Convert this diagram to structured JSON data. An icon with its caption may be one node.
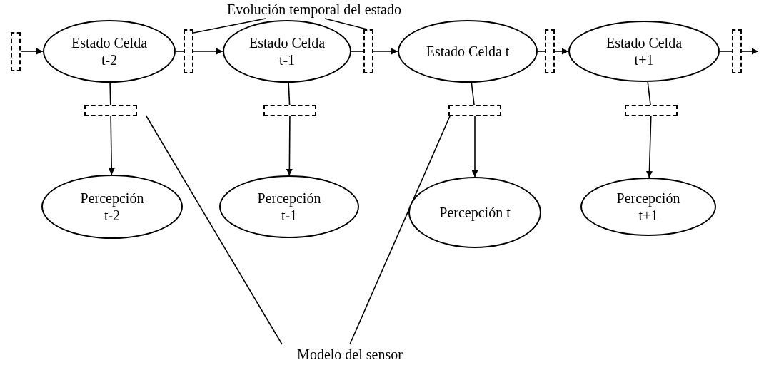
{
  "diagram": {
    "nodes": [
      {
        "text": [
          "Evolución temporal del estado"
        ]
      },
      {
        "text": [],
        "shape": "box"
      },
      {
        "text": [],
        "shape": "box"
      },
      {
        "text": [],
        "shape": "box"
      },
      {
        "text": [],
        "shape": "box"
      },
      {
        "text": [],
        "shape": "box"
      },
      {
        "text": [
          "Estado Celda t-2"
        ]
      },
      {
        "text": [
          "Estado Celda t-1"
        ]
      },
      {
        "text": [
          "Estado Celda t"
        ]
      },
      {
        "text": [
          "Estado Celda t+1"
        ]
      },
      {
        "text": [],
        "shape": "box"
      },
      {
        "text": [],
        "shape": "box"
      },
      {
        "text": [],
        "shape": "box"
      },
      {
        "text": [],
        "shape": "box"
      },
      {
        "text": [
          "Percepción t-2"
        ]
      },
      {
        "text": [
          "Percepción t-1"
        ]
      },
      {
        "text": [
          "Percepción t"
        ]
      },
      {
        "text": [
          "Percepción t+1"
        ]
      },
      {
        "text": [
          "Modelo del sensor"
        ]
      }
    ],
    "edges": [
      {
        "from": 1,
        "to": 6,
        "arrow": "to"
      },
      {
        "from": 6,
        "to": 2,
        "arrow": "none"
      },
      {
        "from": 2,
        "to": 7,
        "arrow": "to"
      },
      {
        "from": 7,
        "to": 3,
        "arrow": "none"
      },
      {
        "from": 3,
        "to": 8,
        "arrow": "to"
      },
      {
        "from": 8,
        "to": 4,
        "arrow": "none"
      },
      {
        "from": 4,
        "to": 9,
        "arrow": "to"
      },
      {
        "from": 9,
        "to": 5,
        "arrow": "none"
      },
      {
        "from": 5,
        "to": null,
        "arrow": "to"
      },
      {
        "from": 6,
        "to": 10,
        "arrow": "none"
      },
      {
        "from": 10,
        "to": 14,
        "arrow": "to"
      },
      {
        "from": 7,
        "to": 11,
        "arrow": "none"
      },
      {
        "from": 11,
        "to": 15,
        "arrow": "to"
      },
      {
        "from": 8,
        "to": 12,
        "arrow": "none"
      },
      {
        "from": 12,
        "to": 16,
        "arrow": "to"
      },
      {
        "from": 9,
        "to": 13,
        "arrow": "none"
      },
      {
        "from": 13,
        "to": 17,
        "arrow": "to"
      },
      {
        "from": 0,
        "to": 2,
        "arrow": "none"
      },
      {
        "from": 0,
        "to": 3,
        "arrow": "none"
      },
      {
        "from": 18,
        "to": 10,
        "arrow": "none"
      },
      {
        "from": 18,
        "to": 12,
        "arrow": "none"
      }
    ]
  }
}
